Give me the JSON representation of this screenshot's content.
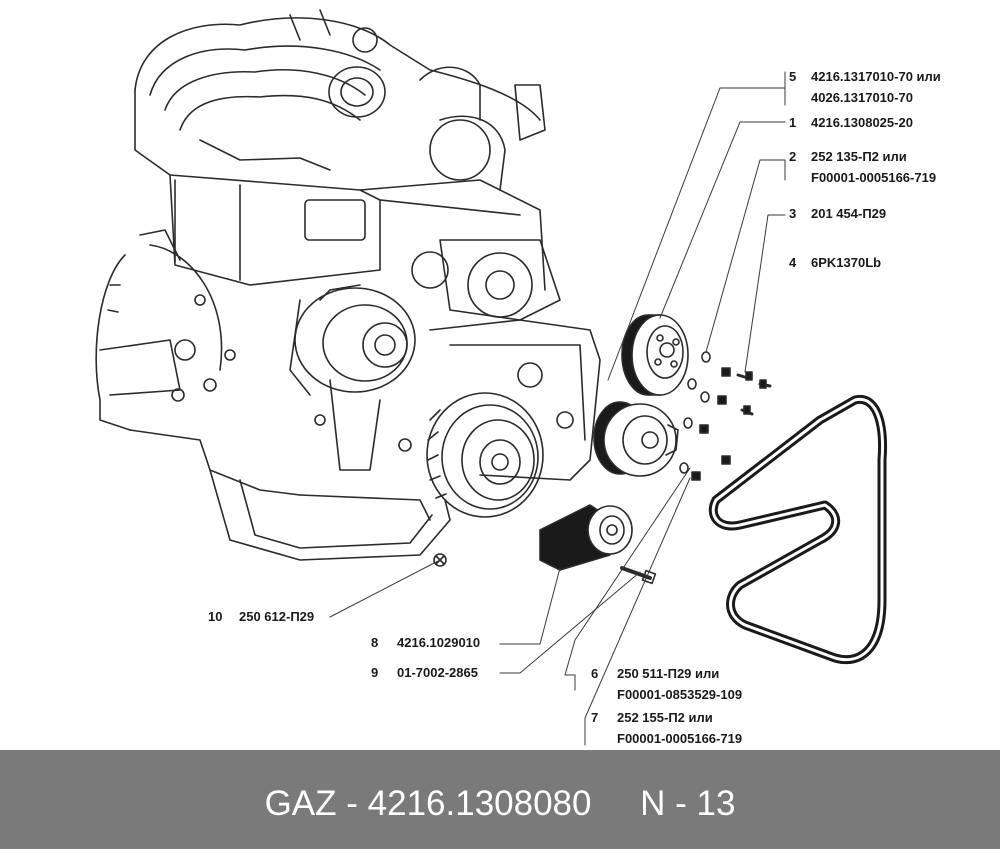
{
  "callouts": [
    {
      "num": "5",
      "code": "4216.1317010-70 или",
      "code2": "4026.1317010-70"
    },
    {
      "num": "1",
      "code": "4216.1308025-20"
    },
    {
      "num": "2",
      "code": "252 135-П2 или",
      "code2": "F00001-0005166-719"
    },
    {
      "num": "3",
      "code": "201 454-П29"
    },
    {
      "num": "4",
      "code": "6PK1370Lb"
    },
    {
      "num": "10",
      "code": "250 612-П29"
    },
    {
      "num": "8",
      "code": "4216.1029010"
    },
    {
      "num": "9",
      "code": "01-7002-2865"
    },
    {
      "num": "6",
      "code": "250 511-П29 или",
      "code2": "F00001-0853529-109"
    },
    {
      "num": "7",
      "code": "252 155-П2 или",
      "code2": "F00001-0005166-719"
    }
  ],
  "footer": {
    "brand": "GAZ",
    "part_number": "4216.1308080",
    "page_ref": "N - 13",
    "background": "#7a7a7a",
    "text_color": "#ffffff"
  },
  "icons": [
    "engine-illustration",
    "pulley-icon",
    "water-pump-icon",
    "tensioner-icon",
    "drive-belt-icon",
    "washer-icon",
    "bolt-icon",
    "nut-icon"
  ]
}
